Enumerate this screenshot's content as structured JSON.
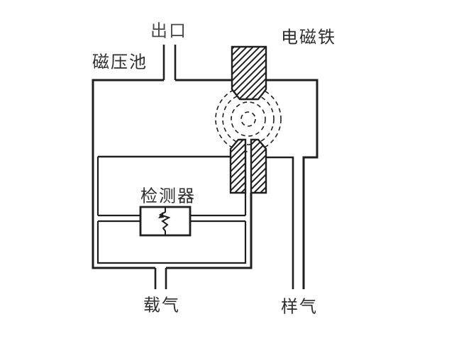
{
  "diagram": {
    "labels": {
      "outlet": "出口",
      "electromagnet": "电磁铁",
      "magnetic_pressure_cell": "磁压池",
      "detector": "检测器",
      "carrier_gas": "载气",
      "sample_gas": "样气"
    },
    "colors": {
      "line": "#1f1f1f",
      "background": "#ffffff",
      "text": "#2e2e2e"
    },
    "symbols": {
      "electromagnet_poles": "hatched-blocks",
      "magnetic_field": "concentric-dashed-circles",
      "detector_element": "thermistor-zigzag"
    }
  }
}
